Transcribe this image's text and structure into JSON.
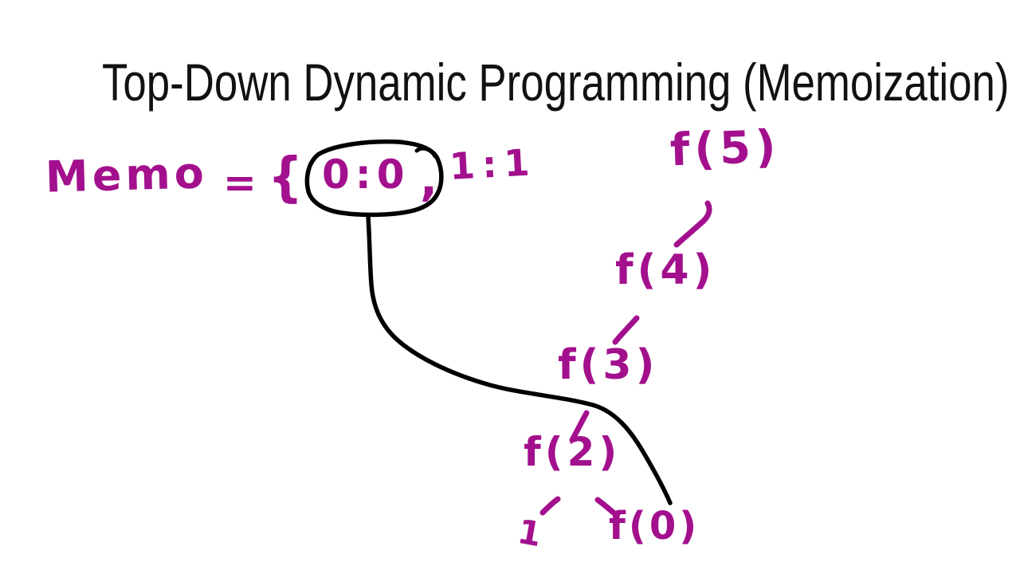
{
  "title": "Top-Down Dynamic Programming (Memoization)",
  "colors": {
    "background": "#ffffff",
    "title_ink": "#111111",
    "pen_black": "#000000",
    "marker_magenta": "#a3108d"
  },
  "memo_line": {
    "label": "Memo",
    "equals": "=",
    "open_brace": "{",
    "entry_zero": "0:0",
    "comma": ",",
    "entry_one": "1:1",
    "circled_entry": "0:0"
  },
  "recursion_tree": {
    "nodes": [
      {
        "label": "f(5)"
      },
      {
        "label": "f(4)"
      },
      {
        "label": "f(3)"
      },
      {
        "label": "f(2)"
      },
      {
        "label": "1"
      },
      {
        "label": "f(0)"
      }
    ],
    "edges": [
      {
        "from": "f(5)",
        "to": "f(4)"
      },
      {
        "from": "f(4)",
        "to": "f(3)"
      },
      {
        "from": "f(3)",
        "to": "f(2)"
      },
      {
        "from": "f(2)",
        "to": "1"
      },
      {
        "from": "f(2)",
        "to": "f(0)"
      }
    ],
    "connector": {
      "from": "0:0",
      "to": "f(0)"
    }
  }
}
